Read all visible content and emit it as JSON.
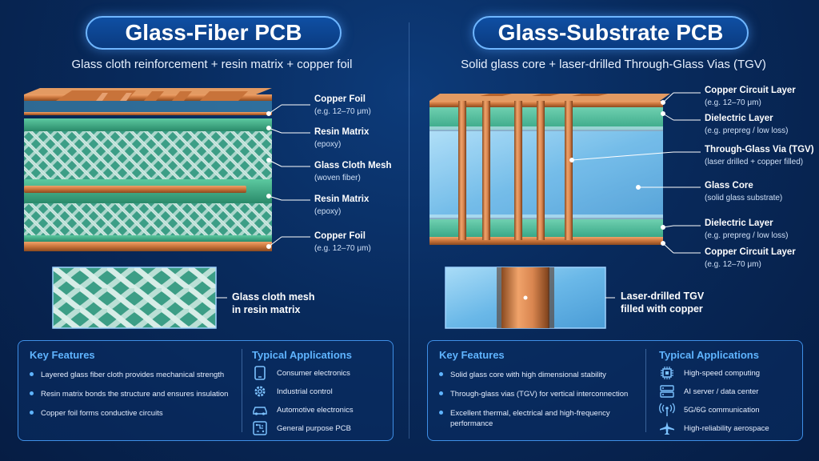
{
  "left": {
    "title": "Glass-Fiber PCB",
    "subtitle": "Glass cloth reinforcement + resin matrix + copper foil",
    "callouts": [
      {
        "title": "Copper Foil",
        "sub": "(e.g. 12–70 μm)"
      },
      {
        "title": "Resin Matrix",
        "sub": "(epoxy)"
      },
      {
        "title": "Glass Cloth Mesh",
        "sub": "(woven fiber)"
      },
      {
        "title": "Resin Matrix",
        "sub": "(epoxy)"
      },
      {
        "title": "Copper Foil",
        "sub": "(e.g. 12–70 μm)"
      }
    ],
    "inset_label_line1": "Glass cloth mesh",
    "inset_label_line2": "in resin matrix",
    "features_heading": "Key Features",
    "features": [
      "Layered glass fiber cloth provides mechanical strength",
      "Resin matrix bonds the structure and ensures insulation",
      "Copper foil forms conductive circuits"
    ],
    "apps_heading": "Typical Applications",
    "apps": [
      {
        "label": "Consumer electronics",
        "icon": "smartphone-icon"
      },
      {
        "label": "Industrial control",
        "icon": "gear-icon"
      },
      {
        "label": "Automotive electronics",
        "icon": "car-icon"
      },
      {
        "label": "General purpose PCB",
        "icon": "circuit-board-icon"
      }
    ]
  },
  "right": {
    "title": "Glass-Substrate PCB",
    "subtitle": "Solid glass core + laser-drilled Through-Glass Vias (TGV)",
    "callouts": [
      {
        "title": "Copper Circuit Layer",
        "sub": "(e.g. 12–70 μm)"
      },
      {
        "title": "Dielectric Layer",
        "sub": "(e.g. prepreg / low loss)"
      },
      {
        "title": "Through-Glass Via (TGV)",
        "sub": "(laser drilled + copper filled)"
      },
      {
        "title": "Glass Core",
        "sub": "(solid glass substrate)"
      },
      {
        "title": "Dielectric Layer",
        "sub": "(e.g. prepreg / low loss)"
      },
      {
        "title": "Copper Circuit Layer",
        "sub": "(e.g. 12–70 μm)"
      }
    ],
    "inset_label_line1": "Laser-drilled TGV",
    "inset_label_line2": "filled with copper",
    "features_heading": "Key Features",
    "features": [
      "Solid glass core with high dimensional stability",
      "Through-glass vias (TGV) for vertical interconnection",
      "Excellent thermal, electrical and high-frequency",
      "performance"
    ],
    "apps_heading": "Typical Applications",
    "apps": [
      {
        "label": "High-speed computing",
        "icon": "cpu-chip-icon"
      },
      {
        "label": "AI server / data center",
        "icon": "server-icon"
      },
      {
        "label": "5G/6G communication",
        "icon": "antenna-icon"
      },
      {
        "label": "High-reliability aerospace",
        "icon": "airplane-icon"
      }
    ]
  },
  "colors": {
    "background": "#082a5c",
    "accent": "#5fb4ff",
    "copper": "#c8733a",
    "resin": "#2e9a7a",
    "glass": "#7fc4ee"
  }
}
